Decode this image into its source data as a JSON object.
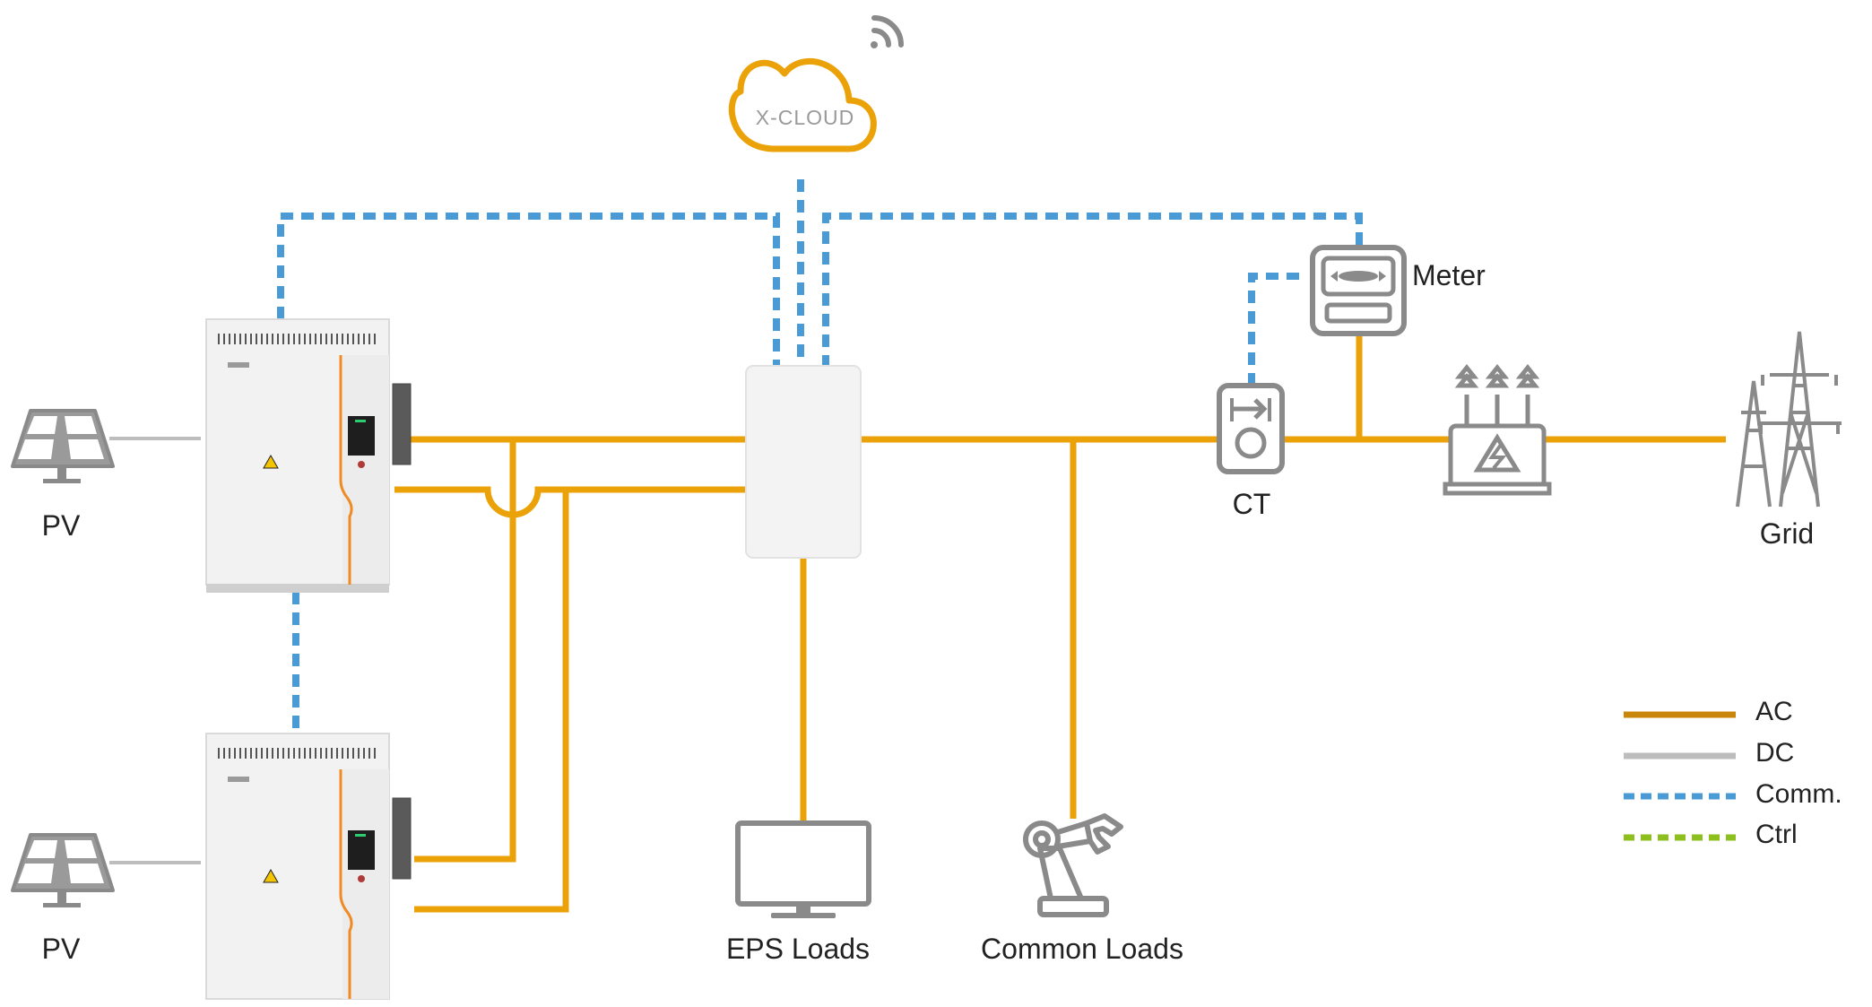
{
  "labels": {
    "cloud": "X-CLOUD",
    "meter": "Meter",
    "ct": "CT",
    "grid": "Grid",
    "pv_top": "PV",
    "pv_bottom": "PV",
    "eps_loads": "EPS Loads",
    "common_loads": "Common Loads"
  },
  "legend": [
    {
      "label": "AC",
      "style": "ac"
    },
    {
      "label": "DC",
      "style": "dc"
    },
    {
      "label": "Comm.",
      "style": "comm"
    },
    {
      "label": "Ctrl",
      "style": "ctrl"
    }
  ],
  "colors": {
    "ac": "#EBA208",
    "ac_legend": "#C8860A",
    "dc": "#BDBDBD",
    "comm": "#4A9AD6",
    "ctrl": "#8DBF1E",
    "icon": "#8A8A8A",
    "inverter_accent": "#F08A24"
  },
  "icons": [
    "wifi-icon",
    "cloud-icon",
    "solar-panel-icon",
    "inverter-icon",
    "switch-box-icon",
    "meter-icon",
    "ct-icon",
    "transformer-icon",
    "transmission-tower-icon",
    "monitor-icon",
    "robot-arm-icon"
  ]
}
